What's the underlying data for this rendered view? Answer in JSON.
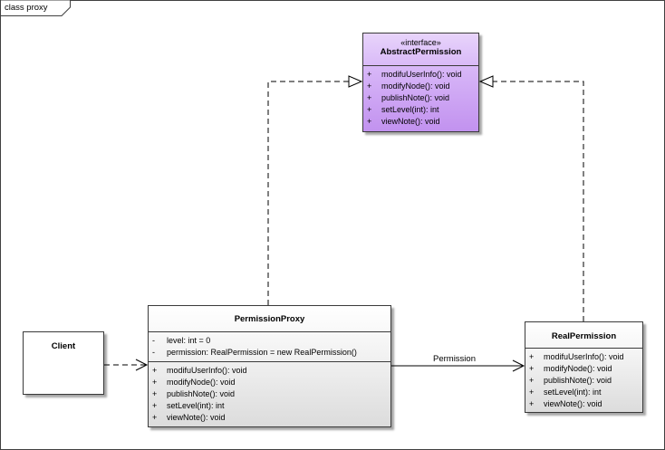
{
  "frame": {
    "label": "class proxy"
  },
  "classes": {
    "abstract_permission": {
      "stereotype": "«interface»",
      "name": "AbstractPermission",
      "operations": [
        {
          "vis": "+",
          "text": "modifuUserInfo(): void"
        },
        {
          "vis": "+",
          "text": "modifyNode(): void"
        },
        {
          "vis": "+",
          "text": "publishNote(): void"
        },
        {
          "vis": "+",
          "text": "setLevel(int): int"
        },
        {
          "vis": "+",
          "text": "viewNote(): void"
        }
      ]
    },
    "permission_proxy": {
      "name": "PermissionProxy",
      "attributes": [
        {
          "vis": "-",
          "text": "level: int = 0"
        },
        {
          "vis": "-",
          "text": "permission: RealPermission = new RealPermission()"
        }
      ],
      "operations": [
        {
          "vis": "+",
          "text": "modifuUserInfo(): void"
        },
        {
          "vis": "+",
          "text": "modifyNode(): void"
        },
        {
          "vis": "+",
          "text": "publishNote(): void"
        },
        {
          "vis": "+",
          "text": "setLevel(int): int"
        },
        {
          "vis": "+",
          "text": "viewNote(): void"
        }
      ]
    },
    "real_permission": {
      "name": "RealPermission",
      "operations": [
        {
          "vis": "+",
          "text": "modifuUserInfo(): void"
        },
        {
          "vis": "+",
          "text": "modifyNode(): void"
        },
        {
          "vis": "+",
          "text": "publishNote(): void"
        },
        {
          "vis": "+",
          "text": "setLevel(int): int"
        },
        {
          "vis": "+",
          "text": "viewNote(): void"
        }
      ]
    },
    "client": {
      "name": "Client"
    }
  },
  "relations": {
    "association_label": "Permission"
  },
  "colors": {
    "interface_fill": "#d6b4f7",
    "class_fill": "#e6e6e6",
    "line": "#000000"
  }
}
